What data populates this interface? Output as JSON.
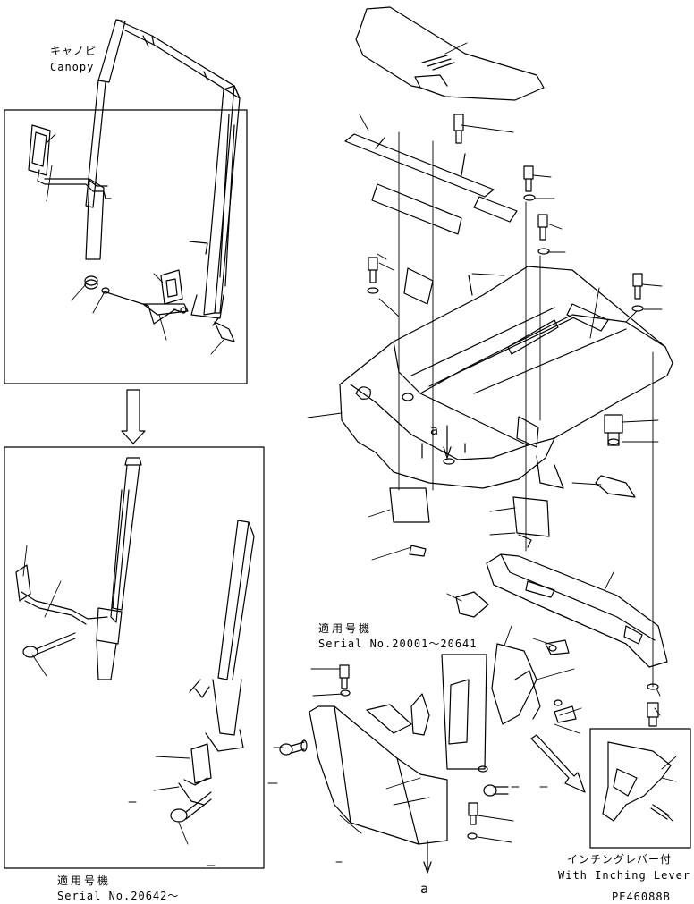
{
  "labels": {
    "canopy_jp": "キャノピ",
    "canopy_en": "Canopy",
    "serial_applicable_jp_1": "適用号機",
    "serial_range_1": "Serial No.20001～20641",
    "serial_applicable_jp_2": "適用号機",
    "serial_range_2": "Serial No.20642～",
    "inching_jp": "インチングレバー付",
    "inching_en": "With Inching Lever",
    "ref_a_top": "a",
    "ref_a_bottom": "a",
    "drawing_code": "PE46088B"
  }
}
